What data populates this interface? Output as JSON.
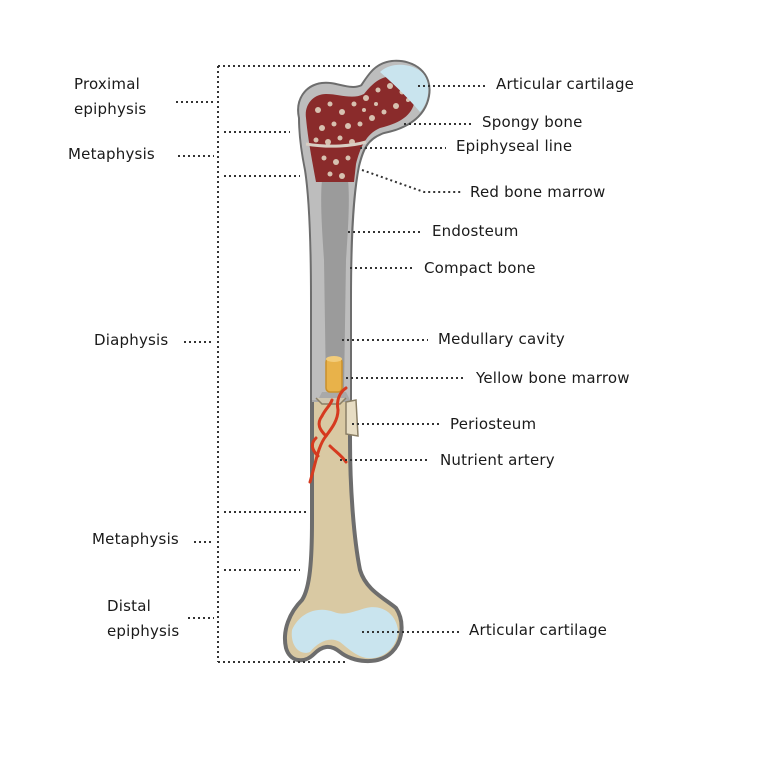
{
  "left_labels": {
    "proximal_epiphysis": [
      "Proximal",
      "epiphysis"
    ],
    "metaphysis_top": "Metaphysis",
    "diaphysis": "Diaphysis",
    "metaphysis_bottom": "Metaphysis",
    "distal_epiphysis": [
      "Distal",
      "epiphysis"
    ]
  },
  "right_labels": {
    "articular_cartilage_top": "Articular cartilage",
    "spongy_bone": "Spongy bone",
    "epiphyseal_line": "Epiphyseal line",
    "red_bone_marrow": "Red bone marrow",
    "endosteum": "Endosteum",
    "compact_bone": "Compact bone",
    "medullary_cavity": "Medullary cavity",
    "yellow_bone_marrow": "Yellow bone marrow",
    "periosteum": "Periosteum",
    "nutrient_artery": "Nutrient artery",
    "articular_cartilage_bottom": "Articular cartilage"
  },
  "colors": {
    "cartilage": "#c9e4ee",
    "bone_upper": "#b9b9b9",
    "bone_lower": "#d9c9a3",
    "spongy": "#9b2f2f",
    "marrow_yellow": "#e8b24a",
    "artery": "#d63a1f",
    "outline": "#6d6d6d"
  }
}
